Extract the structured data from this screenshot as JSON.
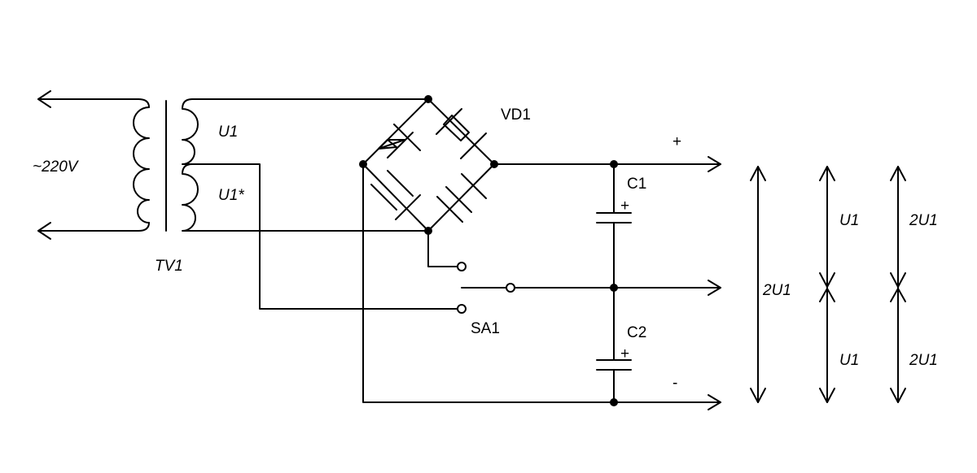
{
  "labels": {
    "mains": "~220V",
    "transformer": "TV1",
    "winding_top": "U1",
    "winding_bottom": "U1*",
    "bridge": "VD1",
    "cap1": "C1",
    "cap2": "C2",
    "cap1_plus": "+",
    "cap2_plus": "+",
    "switch": "SA1",
    "out_plus": "+",
    "out_minus": "-",
    "arrow_total": "2U1",
    "arrow_mid_top": "U1",
    "arrow_mid_bottom": "U1",
    "arrow_right_top": "2U1",
    "arrow_right_bottom": "2U1"
  }
}
